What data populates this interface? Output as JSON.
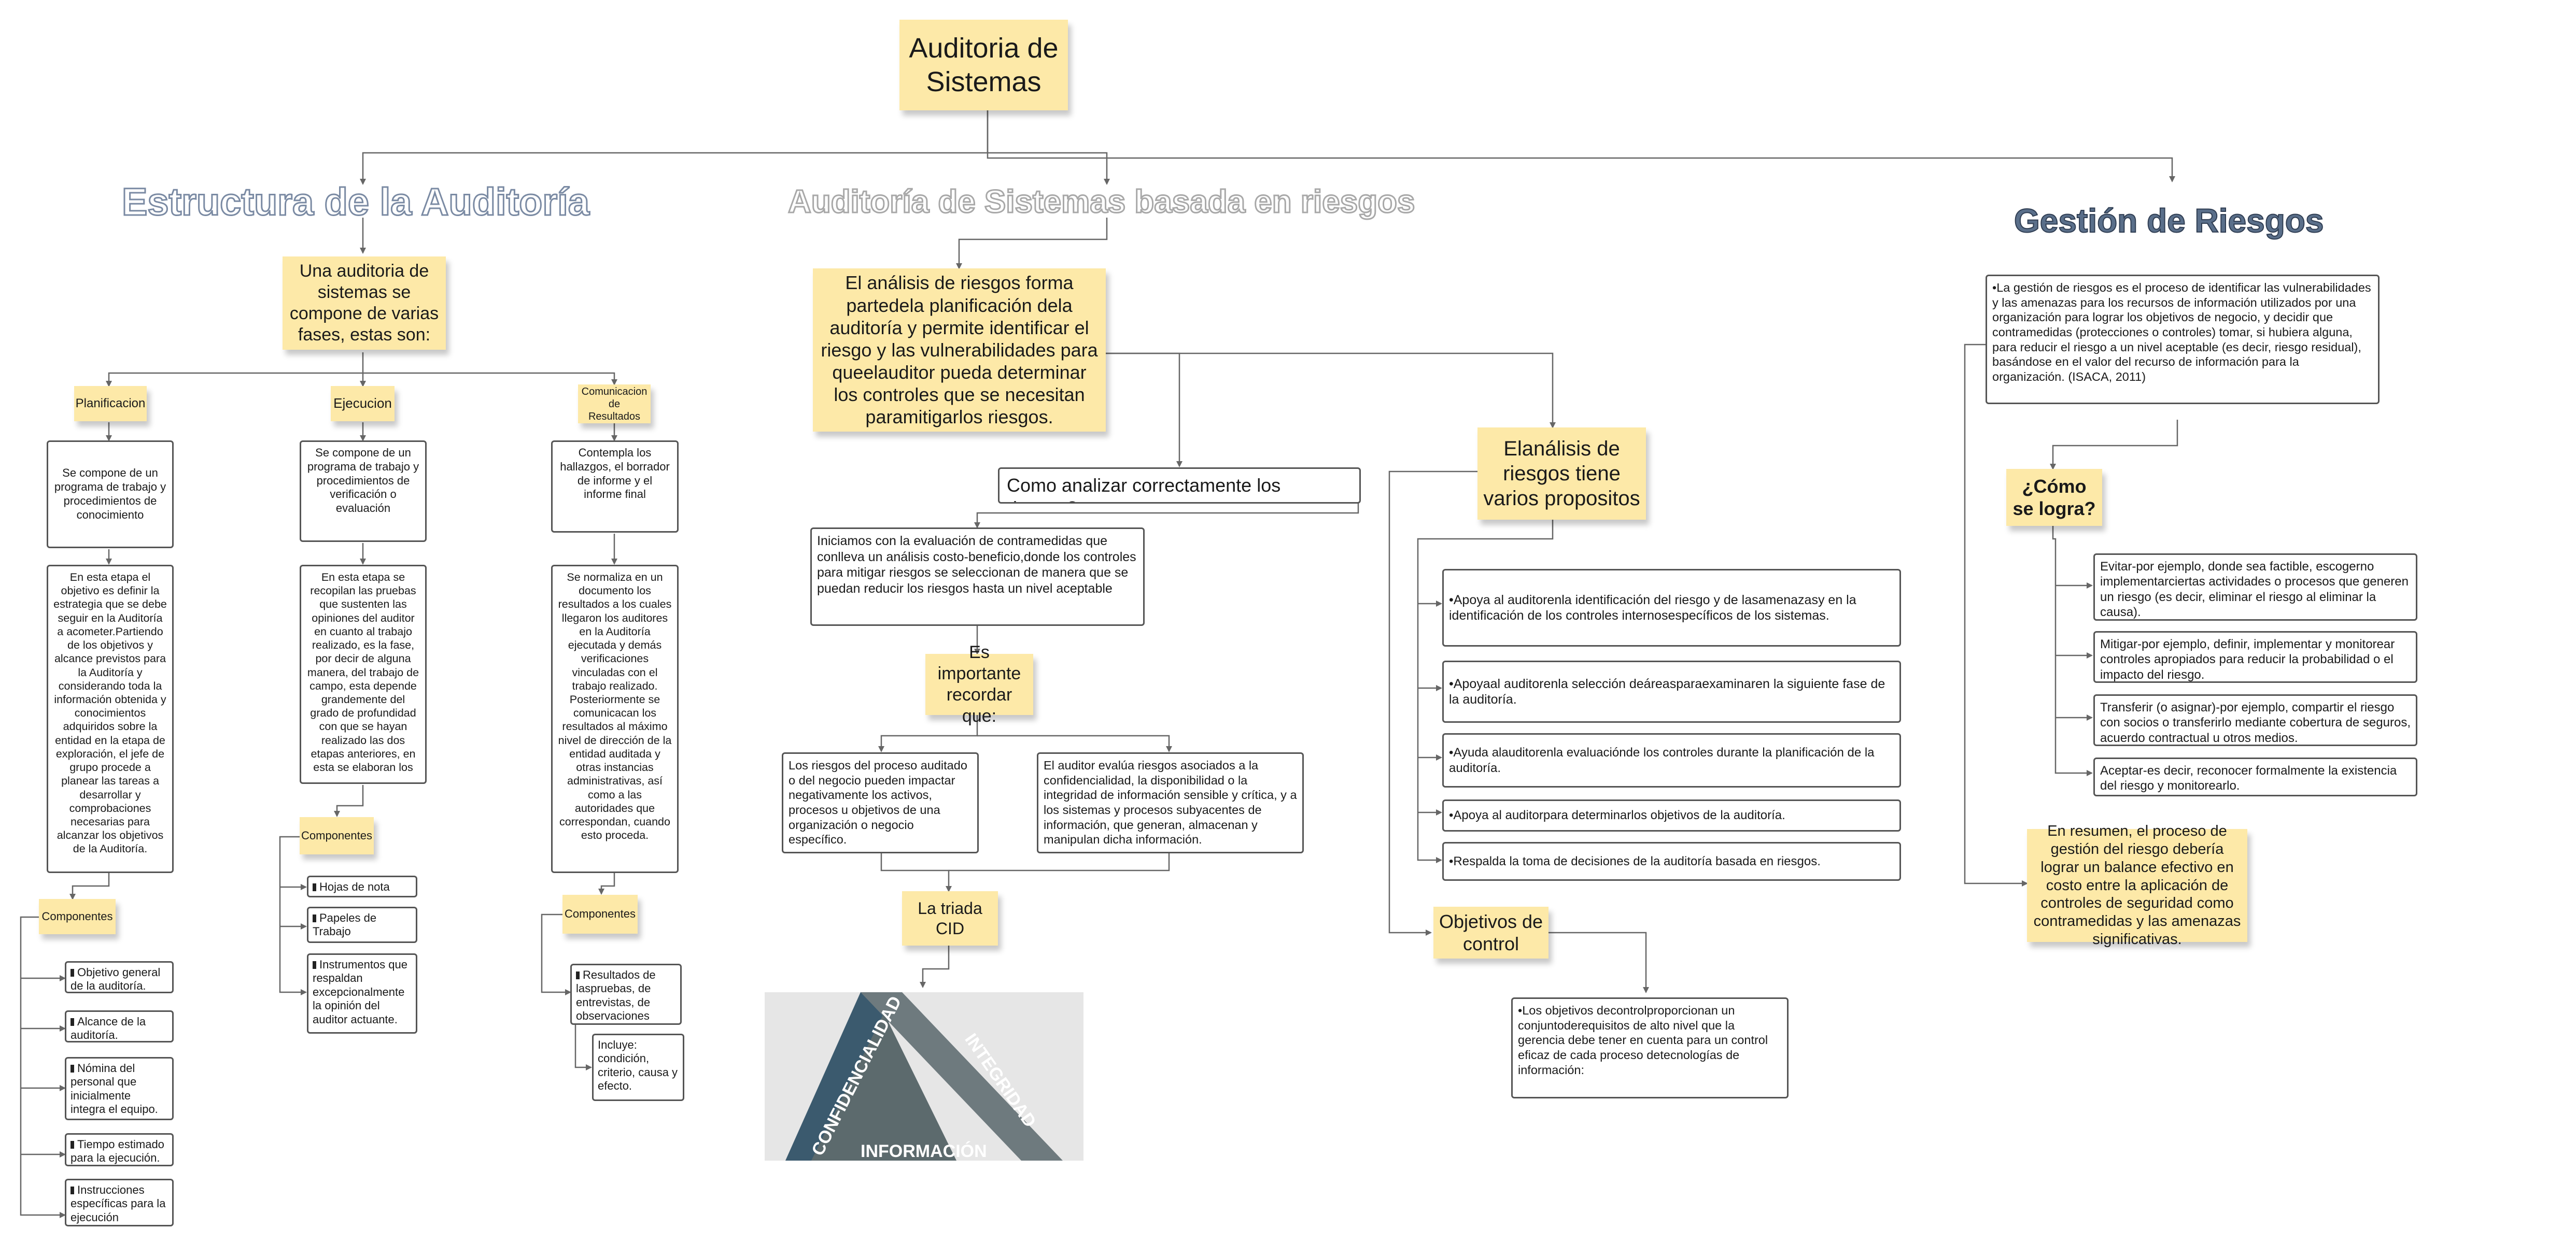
{
  "main_title": "Auditoria de Sistemas",
  "headers": {
    "estructura": "Estructura de la Auditoría",
    "riesgos": "Auditoría de Sistemas basada en riesgos",
    "gestion": "Gestión de Riesgos"
  },
  "estructura": {
    "intro": "Una auditoria de sistemas se compone de varias fases, estas son:",
    "phases": [
      {
        "name": "Planificacion",
        "summary": "Se compone de un programa de trabajo y procedimientos de conocimiento",
        "detail": "En esta etapa el objetivo es definir la estrategia que se debe seguir en la Auditoría a acometer.Partiendo de los objetivos y alcance previstos para la Auditoría y considerando toda la información obtenida y conocimientos adquiridos sobre la entidad en la etapa de exploración, el jefe de grupo procede a planear las tareas a desarrollar y comprobaciones necesarias para alcanzar los objetivos de la Auditoría.",
        "components_label": "Componentes",
        "items": [
          "Objetivo general de la auditoría.",
          "Alcance de la auditoría.",
          "Nómina del personal que inicialmente integra el equipo.",
          "Tiempo estimado para la ejecución.",
          "Instrucciones específicas para la ejecución"
        ]
      },
      {
        "name": "Ejecucion",
        "summary": "Se compone de un programa de trabajo y procedimientos de verificación o evaluación",
        "detail": "En esta etapa se recopilan las pruebas que sustenten las opiniones del auditor en cuanto al trabajo realizado, es la fase, por decir de alguna manera, del trabajo de campo, esta depende grandemente del grado de profundidad con que se hayan realizado las dos etapas anteriores, en esta se elaboran los",
        "components_label": "Componentes",
        "items": [
          "Hojas de nota",
          "Papeles de Trabajo",
          "Instrumentos que respaldan excepcionalmente la opinión del auditor actuante."
        ]
      },
      {
        "name": "Comunicacion de Resultados",
        "summary": "Contempla los hallazgos, el borrador de informe y el informe final",
        "detail": "Se normaliza en un documento los resultados a los cuales llegaron los auditores en la Auditoría ejecutada y demás verificaciones vinculadas con el trabajo realizado. Posteriormente se comunicacan los resultados al máximo nivel de dirección de la entidad auditada y otras instancias administrativas, así como a las autoridades que correspondan, cuando esto proceda.",
        "components_label": "Componentes",
        "items": [
          "Resultados de laspruebas, de entrevistas, de observaciones"
        ],
        "sub_item": "Incluye: condición, criterio, causa y efecto."
      }
    ]
  },
  "riesgos": {
    "intro": "El análisis de riesgos forma partedela planificación dela auditoría y permite identificar el riesgo y las vulnerabilidades para queelauditor pueda determinar los controles que se necesitan paramitigarlos riesgos.",
    "como_analizar": "Como analizar correctamente los riesgos?",
    "iniciamos": "Iniciamos con la evaluación de contramedidas que conlleva un análisis costo-beneficio,donde los controles para mitigar riesgos se seleccionan de manera que se puedan reducir los riesgos hasta un nivel aceptable",
    "es_importante": "Es importante recordar que:",
    "riesgos_proceso": "Los riesgos del proceso auditado o del negocio pueden impactar negativamente los activos, procesos u objetivos de una organización o negocio específico.",
    "auditor_evalua": "El auditor evalúa riesgos asociados a la confidencialidad, la disponibilidad o la integridad de información sensible y crítica, y a los sistemas y procesos subyacentes de información, que generan, almacenan y manipulan dicha información.",
    "triada_label": "La triada CID",
    "triada": {
      "left": "CONFIDENCIALIDAD",
      "right": "INTEGRIDAD",
      "base": "INFORMACIÓN"
    },
    "proposito_title": "Elanálisis de riesgos tiene varios propositos",
    "propositos": [
      "•Apoya al auditorenla identificación del riesgo y de lasamenazasy en la identificación de los controles internosespecíficos de los sistemas.",
      "•Apoyaal auditorenla selección deáreasparaexaminaren la siguiente fase de la auditoría.",
      "•Ayuda alauditorenla evaluaciónde los controles durante la planificación de la auditoría.",
      "•Apoya al auditorpara determinarlos objetivos de la auditoría.",
      "•Respalda la toma de decisiones de la auditoría basada en riesgos."
    ],
    "objetivos_label": "Objetivos de control",
    "objetivos_text": "•Los objetivos decontrolproporcionan un conjuntoderequisitos de alto nivel que la gerencia debe tener en cuenta para un control eficaz de cada proceso detecnologías de información:"
  },
  "gestion": {
    "definition": "•La gestión de riesgos es el proceso de identificar las vulnerabilidades y las amenazas para los recursos de información utilizados por una organización para lograr los objetivos de negocio, y decidir que contramedidas (protecciones o controles) tomar, si hubiera alguna, para reducir el riesgo a un nivel aceptable (es decir, riesgo residual), basándose en el valor del recurso de información para la organización. (ISACA, 2011)",
    "como_se_logra": "¿Cómo se logra?",
    "strategies": [
      "Evitar-por ejemplo, donde sea factible, escogerno implementarciertas actividades o procesos que generen un riesgo (es decir, eliminar el riesgo al eliminar la causa).",
      "Mitigar-por ejemplo, definir, implementar y monitorear controles apropiados para reducir la probabilidad o el impacto del riesgo.",
      "Transferir (o asignar)-por ejemplo, compartir el riesgo con socios o transferirlo mediante cobertura de seguros, acuerdo contractual u otros medios.",
      "Aceptar-es decir, reconocer formalmente la existencia del riesgo y monitorearlo."
    ],
    "resumen": "En resumen, el proceso de gestión del riesgo debería lograr un balance efectivo en costo entre la aplicación de controles de seguridad como contramedidas y las amenazas significativas."
  },
  "colors": {
    "sticky": "#fde9a8",
    "connector": "#666666",
    "header_fill": "#ffffff",
    "gestion_header": "#5a6f8a",
    "triad_left": "#3b5a6e",
    "triad_right": "#6e7a7e",
    "triad_bg": "#e6e6e6"
  }
}
